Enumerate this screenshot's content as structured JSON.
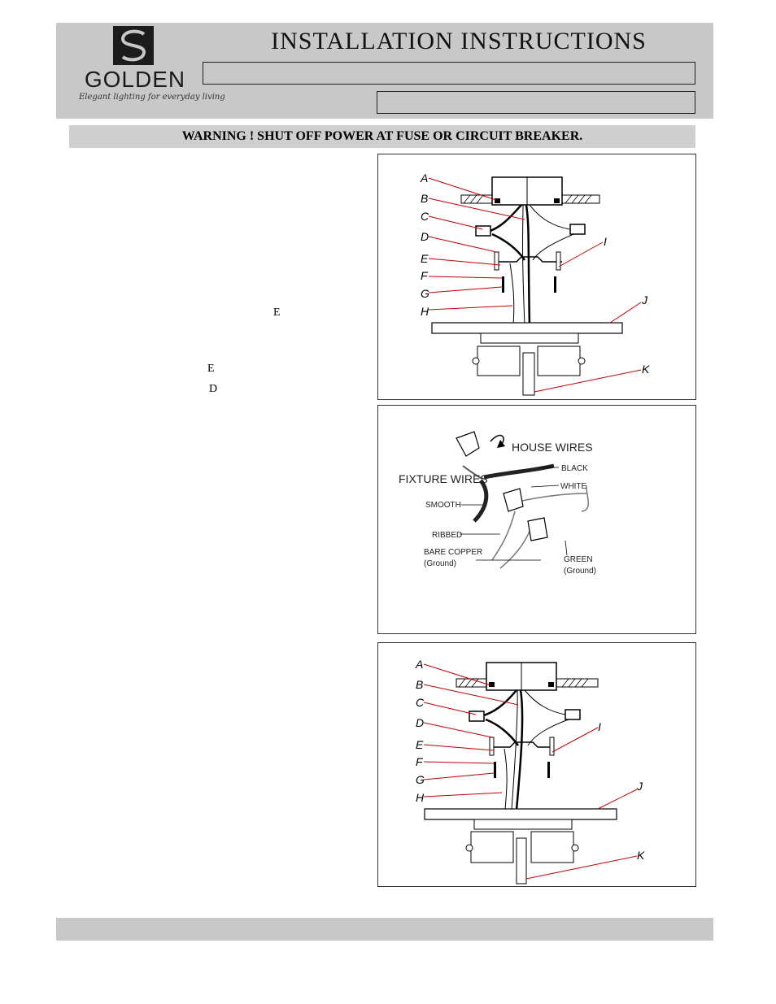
{
  "header": {
    "brand": "GOLDEN",
    "tagline": "Elegant lighting for everyday living",
    "title": "INSTALLATION INSTRUCTIONS"
  },
  "warning": "WARNING !  SHUT OFF POWER AT FUSE OR CIRCUIT BREAKER.",
  "callouts": [
    "E",
    "E",
    "D"
  ],
  "figure1": {
    "labels": [
      "A",
      "B",
      "C",
      "D",
      "E",
      "F",
      "G",
      "H",
      "I",
      "J",
      "K"
    ]
  },
  "figure2": {
    "house_wires": "HOUSE WIRES",
    "fixture_wires": "FIXTURE WIRES",
    "black": "BLACK",
    "white": "WHITE",
    "smooth": "SMOOTH",
    "ribbed": "RIBBED",
    "bare_copper": "BARE COPPER",
    "bare_copper_sub": "(Ground)",
    "green": "GREEN",
    "green_sub": "(Ground)"
  },
  "figure3": {
    "labels": [
      "A",
      "B",
      "C",
      "D",
      "E",
      "F",
      "G",
      "H",
      "I",
      "J",
      "K"
    ]
  }
}
